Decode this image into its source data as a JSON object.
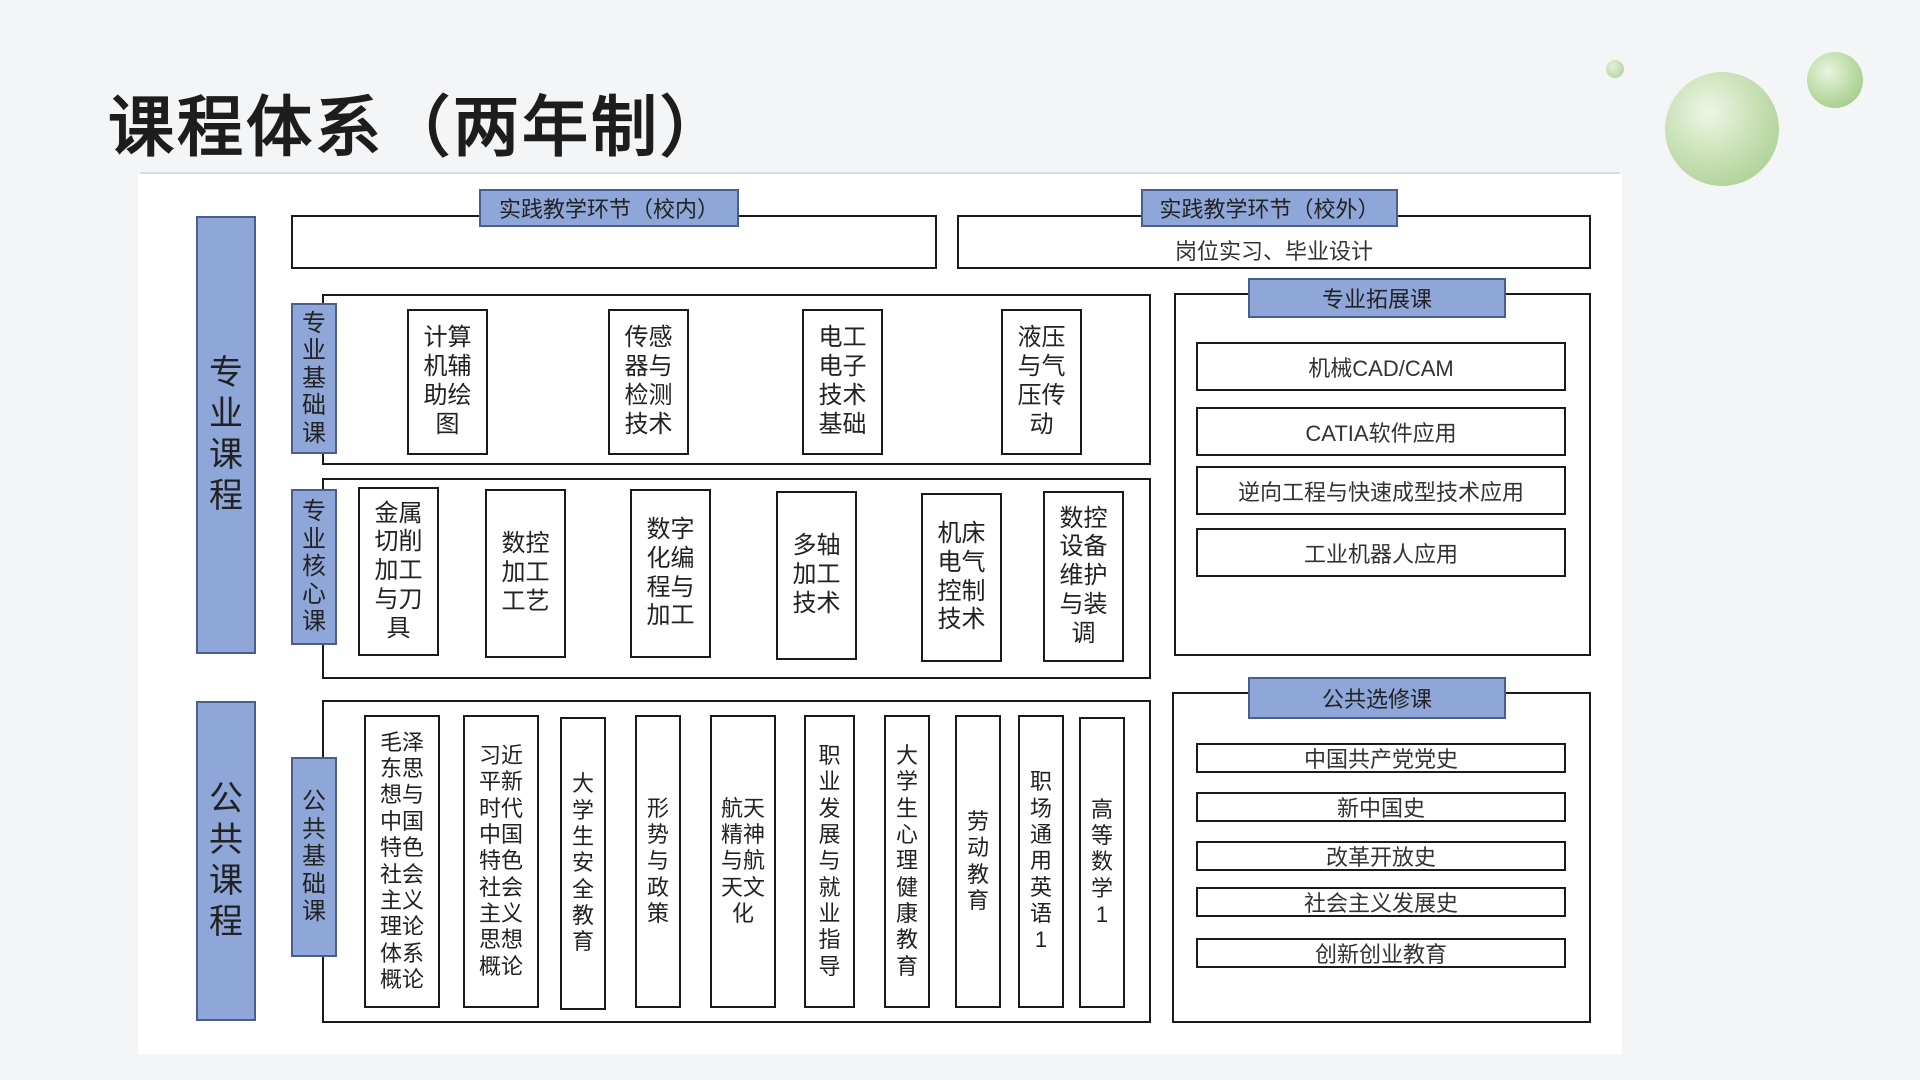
{
  "title": "课程体系（两年制）",
  "categories": {
    "professional": "专业课程",
    "public": "公共课程"
  },
  "subcategories": {
    "basic": "专业基础课",
    "core": "专业核心课",
    "public_basic": "公共基础课"
  },
  "practice_in": {
    "label": "实践教学环节（校内）",
    "content": ""
  },
  "practice_out": {
    "label": "实践教学环节（校外）",
    "content": "岗位实习、毕业设计"
  },
  "basic_courses": [
    "计算机辅助绘图",
    "传感器与检测技术",
    "电工电子技术基础",
    "液压与气压传动"
  ],
  "core_courses": [
    "金属切削加工与刀具",
    "数控加工工艺",
    "数字化编程与加工",
    "多轴加工技术",
    "机床电气控制技术",
    "数控设备维护与装调"
  ],
  "public_basic_courses": [
    "毛泽东思想与中国特色社会主义理论体系概论",
    "习近平新时代中国特色社会主义思想概论",
    "大学生安全教育",
    "形势与政策",
    "航天精神与航天文化",
    "职业发展与就业指导",
    "大学生心理健康教育",
    "劳动教育",
    "职场通用英语1",
    "高等数学1"
  ],
  "extension": {
    "label": "专业拓展课",
    "items": [
      "机械CAD/CAM",
      "CATIA软件应用",
      "逆向工程与快速成型技术应用",
      "工业机器人应用"
    ]
  },
  "electives": {
    "label": "公共选修课",
    "items": [
      "中国共产党党史",
      "新中国史",
      "改革开放史",
      "社会主义发展史",
      "创新创业教育"
    ]
  },
  "colors": {
    "accent_fill": "#8ea6d8",
    "accent_border": "#4a5d8c",
    "line": "#1a1a1a",
    "deco_green": "#a8cf90"
  }
}
